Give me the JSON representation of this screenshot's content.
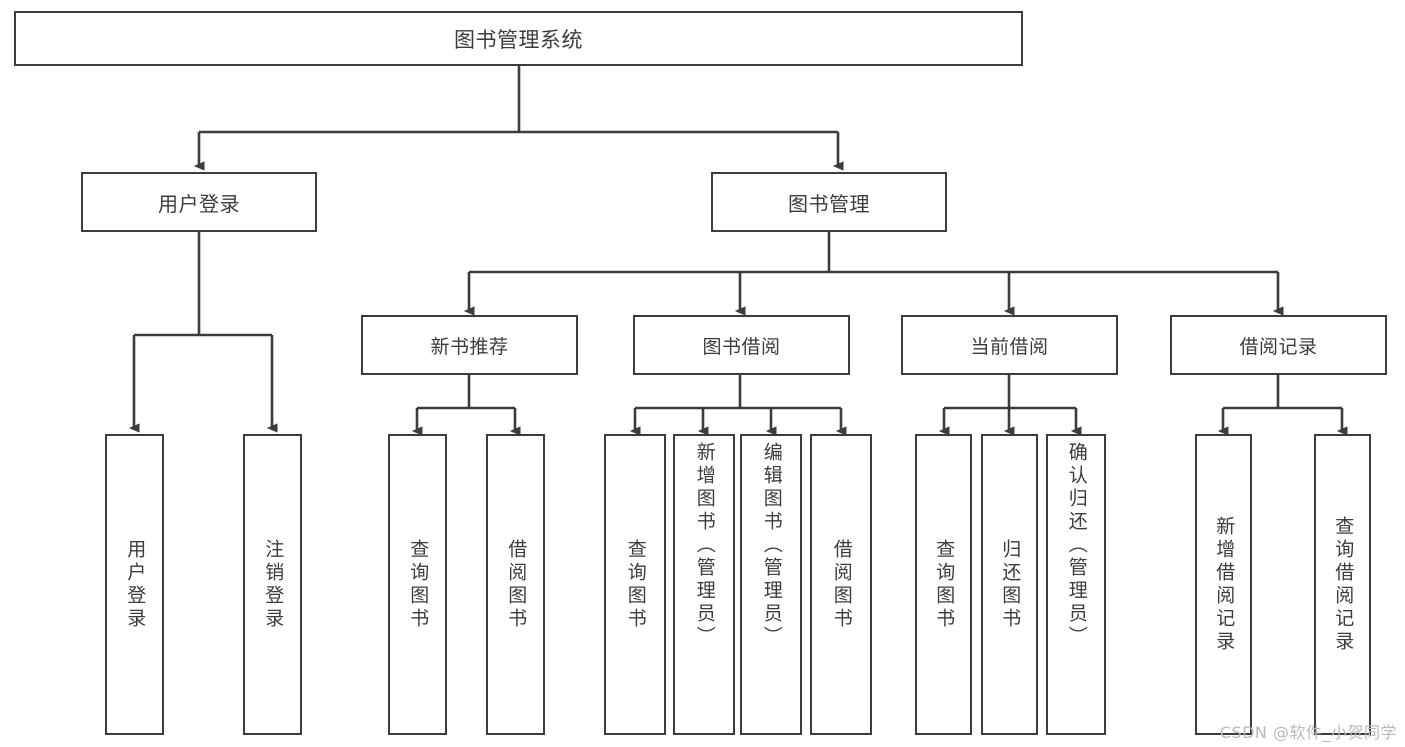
{
  "diagram": {
    "title_box": {
      "label": "图书管理系统"
    },
    "level1": [
      {
        "id": "user-login",
        "label": "用户登录"
      },
      {
        "id": "book-management",
        "label": "图书管理"
      }
    ],
    "level2": [
      {
        "id": "new-book-recommend",
        "label": "新书推荐"
      },
      {
        "id": "book-borrow",
        "label": "图书借阅"
      },
      {
        "id": "current-borrow",
        "label": "当前借阅"
      },
      {
        "id": "borrow-record",
        "label": "借阅记录"
      }
    ],
    "leaves": [
      {
        "id": "leaf-user-login",
        "label": "用户登录",
        "parent": "user-login"
      },
      {
        "id": "leaf-logout-login",
        "label": "注销登录",
        "parent": "user-login"
      },
      {
        "id": "leaf-query-book-1",
        "label": "查询图书",
        "parent": "new-book-recommend"
      },
      {
        "id": "leaf-borrow-book-1",
        "label": "借阅图书",
        "parent": "new-book-recommend"
      },
      {
        "id": "leaf-query-book-2",
        "label": "查询图书",
        "parent": "book-borrow"
      },
      {
        "id": "leaf-add-book",
        "label": "新增图书（管理员）",
        "parent": "book-borrow"
      },
      {
        "id": "leaf-edit-book",
        "label": "编辑图书（管理员）",
        "parent": "book-borrow"
      },
      {
        "id": "leaf-borrow-book-2",
        "label": "借阅图书",
        "parent": "book-borrow"
      },
      {
        "id": "leaf-query-book-3",
        "label": "查询图书",
        "parent": "current-borrow"
      },
      {
        "id": "leaf-return-book",
        "label": "归还图书",
        "parent": "current-borrow"
      },
      {
        "id": "leaf-confirm-return",
        "label": "确认归还（管理员）",
        "parent": "current-borrow"
      },
      {
        "id": "leaf-add-record",
        "label": "新增借阅记录",
        "parent": "borrow-record"
      },
      {
        "id": "leaf-query-record",
        "label": "查询借阅记录",
        "parent": "borrow-record"
      }
    ],
    "watermark": "CSDN @软件_小贺同学",
    "colors": {
      "stroke": "#3c3c3c",
      "text": "#3c3c3c",
      "background": "#ffffff",
      "watermark": "#b9b9b9"
    }
  }
}
